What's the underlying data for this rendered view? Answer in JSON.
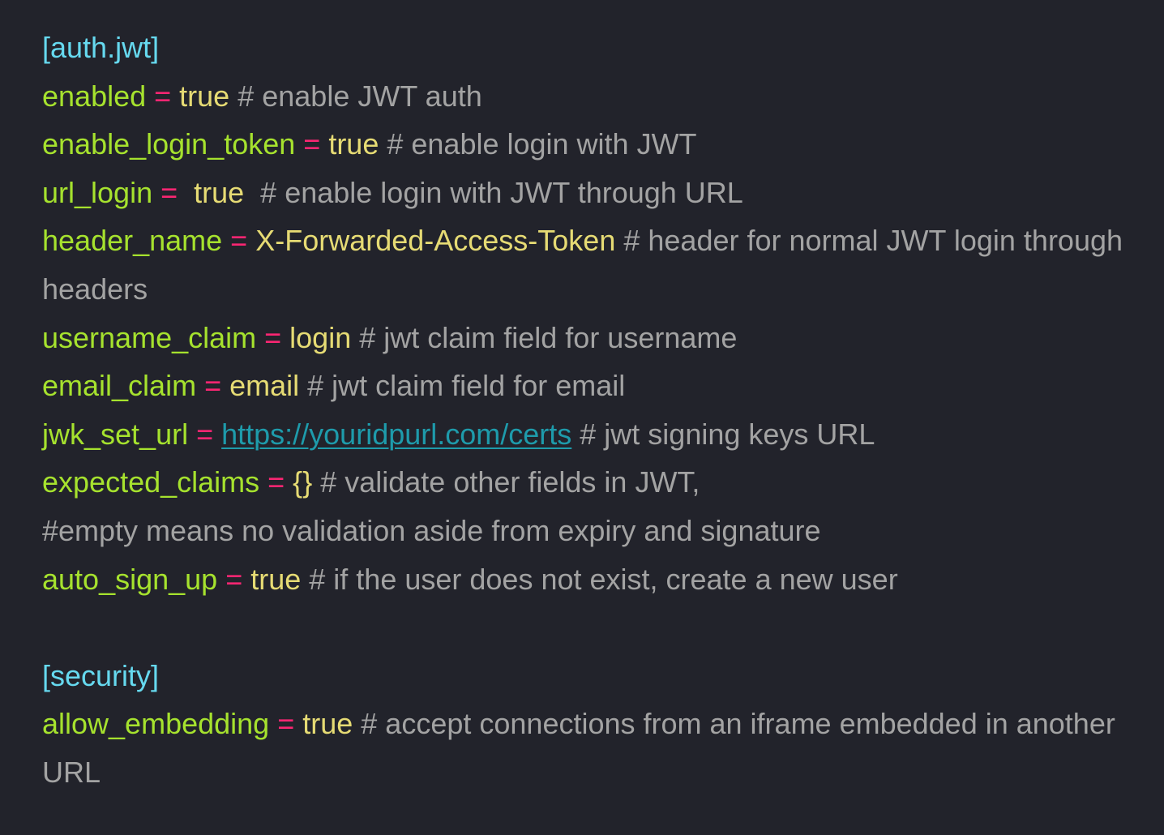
{
  "colors": {
    "background": "#22232b",
    "section": "#66d9ef",
    "key": "#a6e22e",
    "operator": "#f92672",
    "value": "#e6db74",
    "comment": "#a3a3a3",
    "link": "#1e9bab"
  },
  "lines": [
    [
      {
        "t": "section",
        "v": "[auth.jwt]"
      }
    ],
    [
      {
        "t": "key",
        "v": "enabled"
      },
      {
        "t": "op",
        "v": " = "
      },
      {
        "t": "val",
        "v": "true"
      },
      {
        "t": "com",
        "v": " # enable JWT auth"
      }
    ],
    [
      {
        "t": "key",
        "v": "enable_login_token"
      },
      {
        "t": "op",
        "v": " = "
      },
      {
        "t": "val",
        "v": "true"
      },
      {
        "t": "com",
        "v": " # enable login with JWT"
      }
    ],
    [
      {
        "t": "key",
        "v": "url_login"
      },
      {
        "t": "op",
        "v": " =  "
      },
      {
        "t": "val",
        "v": "true"
      },
      {
        "t": "com",
        "v": "  # enable login with JWT through URL"
      }
    ],
    [
      {
        "t": "key",
        "v": "header_name"
      },
      {
        "t": "op",
        "v": " = "
      },
      {
        "t": "val",
        "v": "X-Forwarded-Access-Token"
      },
      {
        "t": "com",
        "v": " # header for normal JWT login through headers"
      }
    ],
    [
      {
        "t": "key",
        "v": "username_claim"
      },
      {
        "t": "op",
        "v": " = "
      },
      {
        "t": "val",
        "v": "login"
      },
      {
        "t": "com",
        "v": " # jwt claim field for username"
      }
    ],
    [
      {
        "t": "key",
        "v": "email_claim"
      },
      {
        "t": "op",
        "v": " = "
      },
      {
        "t": "val",
        "v": "email"
      },
      {
        "t": "com",
        "v": " # jwt claim field for email"
      }
    ],
    [
      {
        "t": "key",
        "v": "jwk_set_url"
      },
      {
        "t": "op",
        "v": " = "
      },
      {
        "t": "link",
        "v": "https://youridpurl.com/certs"
      },
      {
        "t": "com",
        "v": " # jwt signing keys URL"
      }
    ],
    [
      {
        "t": "key",
        "v": "expected_claims"
      },
      {
        "t": "op",
        "v": " = "
      },
      {
        "t": "val",
        "v": "{}"
      },
      {
        "t": "com",
        "v": " # validate other fields in JWT,"
      }
    ],
    [
      {
        "t": "com",
        "v": "#empty means no validation aside from expiry and signature"
      }
    ],
    [
      {
        "t": "key",
        "v": "auto_sign_up"
      },
      {
        "t": "op",
        "v": " = "
      },
      {
        "t": "val",
        "v": "true"
      },
      {
        "t": "com",
        "v": " # if the user does not exist, create a new user"
      }
    ],
    [],
    [
      {
        "t": "section",
        "v": "[security]"
      }
    ],
    [
      {
        "t": "key",
        "v": "allow_embedding"
      },
      {
        "t": "op",
        "v": " = "
      },
      {
        "t": "val",
        "v": "true"
      },
      {
        "t": "com",
        "v": " # accept connections from an iframe embedded in another URL"
      }
    ]
  ]
}
